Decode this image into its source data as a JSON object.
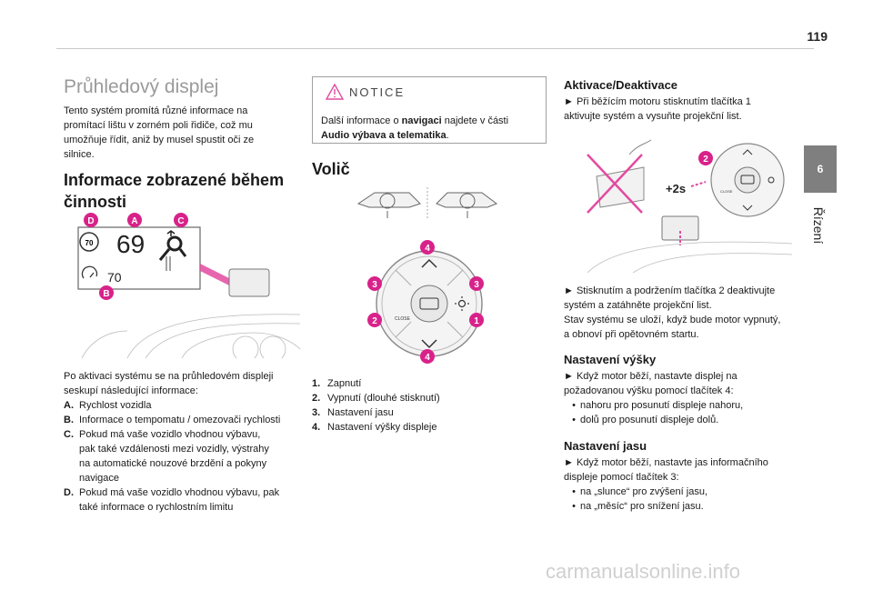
{
  "page": {
    "number": "119"
  },
  "chapter": {
    "number": "6",
    "title": "Řízení"
  },
  "col1": {
    "title": "Průhledový displej",
    "intro": [
      "Tento systém promítá různé informace na",
      "promítací lištu v zorném poli řidiče, což mu",
      "umožňuje řídit, aniž by musel spustit oči ze",
      "silnice."
    ],
    "subtitle": [
      "Informace zobrazené během",
      "činnosti"
    ],
    "figure": {
      "callouts": [
        "D",
        "A",
        "C",
        "B"
      ],
      "speed": "69",
      "limit": "70",
      "cruise": "70"
    },
    "desc": [
      "Po aktivaci systému se na průhledovém displeji",
      "seskupí následující informace:"
    ],
    "items": [
      {
        "key": "A.",
        "lines": [
          "Rychlost vozidla"
        ]
      },
      {
        "key": "B.",
        "lines": [
          "Informace o tempomatu / omezovači rychlosti"
        ]
      },
      {
        "key": "C.",
        "lines": [
          "Pokud má vaše vozidlo vhodnou výbavu,",
          "pak také vzdálenosti mezi vozidly, výstrahy",
          "na automatické nouzové brzdění a pokyny",
          "navigace"
        ]
      },
      {
        "key": "D.",
        "lines": [
          "Pokud má vaše vozidlo vhodnou výbavu, pak",
          "také informace o rychlostním limitu"
        ]
      }
    ]
  },
  "notice": {
    "title": "NOTICE",
    "text_before": "Další informace o ",
    "bold1": "navigaci",
    "text_mid": " najdete v části",
    "bold2": "Audio výbava a telematika",
    "text_after": "."
  },
  "col2": {
    "title": "Volič",
    "figure": {
      "callouts": [
        "4",
        "3",
        "3",
        "2",
        "1",
        "4"
      ],
      "close_label": "CLOSE"
    },
    "items": [
      {
        "key": "1.",
        "text": "Zapnutí"
      },
      {
        "key": "2.",
        "text": "Vypnutí (dlouhé stisknutí)"
      },
      {
        "key": "3.",
        "text": "Nastavení jasu"
      },
      {
        "key": "4.",
        "text": "Nastavení výšky displeje"
      }
    ]
  },
  "col3": {
    "title": "Aktivace/Deaktivace",
    "p1": [
      "► Při běžícím motoru stisknutím tlačítka 1",
      "aktivujte systém a vysuňte projekční list."
    ],
    "figure": {
      "callout": "2",
      "hold": "+2s",
      "close_label": "CLOSE"
    },
    "p2": [
      "► Stisknutím a podržením tlačítka 2 deaktivujte",
      "systém a zatáhněte projekční list.",
      "Stav systému se uloží, když bude motor vypnutý,",
      "a obnoví při opětovném startu."
    ],
    "height_title": "Nastavení výšky",
    "height_text": [
      "► Když motor běží, nastavte displej na",
      "požadovanou výšku pomocí tlačítek 4:"
    ],
    "height_bullets": [
      "nahoru pro posunutí displeje nahoru,",
      "dolů pro posunutí displeje dolů."
    ],
    "bright_title": "Nastavení jasu",
    "bright_text": [
      "► Když motor běží, nastavte jas informačního",
      "displeje pomocí tlačítek 3:"
    ],
    "bright_bullets": [
      "na „slunce“ pro zvýšení jasu,",
      "na „měsíc“ pro snížení jasu."
    ]
  },
  "footer": {
    "watermark": "carmanualsonline.info"
  },
  "colors": {
    "accent": "#d8228a",
    "tab": "#7f7f7f",
    "heading_gray": "#9a9a9a"
  }
}
